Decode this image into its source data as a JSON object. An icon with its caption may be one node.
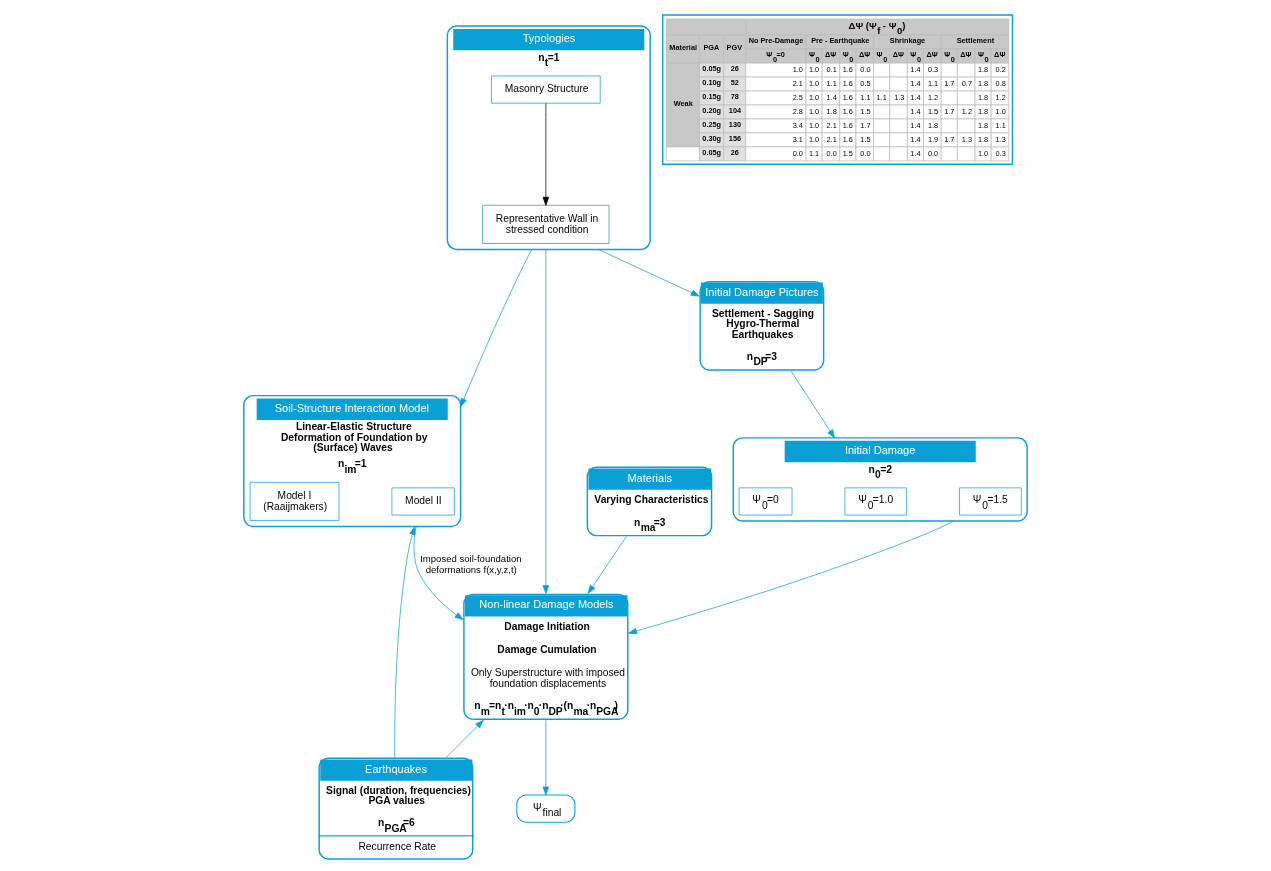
{
  "diagram": {
    "nodes": [
      {
        "text": [
          "Typologies",
          "n$_{t}$=1"
        ]
      },
      {
        "text": [
          "Masonry Structure"
        ],
        "in": 0
      },
      {
        "text": [
          "Representative Wall in stressed condition"
        ],
        "in": 0
      },
      {
        "text": [
          "Initial Damage Pictures",
          "Settlement - Sagging Hygro-Thermal Earthquakes",
          "n$_{DP}$=3"
        ]
      },
      {
        "text": [
          "Initial Damage",
          "n$_{0}$=2"
        ]
      },
      {
        "text": [
          "Ψ$_{0}$=0"
        ],
        "in": 4
      },
      {
        "text": [
          "Ψ$_{0}$=1.0"
        ],
        "in": 4
      },
      {
        "text": [
          "Ψ$_{0}$=1.5"
        ],
        "in": 4
      },
      {
        "text": [
          "Soil-Structure Interaction Model",
          "Linear-Elastic Structure Deformation of Foundation by (Surface) Waves",
          "n$_{im}$=1"
        ]
      },
      {
        "text": [
          "Model I (Raaijmakers)"
        ],
        "in": 8
      },
      {
        "text": [
          "Model II"
        ],
        "in": 8
      },
      {
        "text": [
          "Non-linear Damage Models",
          "Damage Initiation",
          "Damage Cumulation",
          "Only Superstructure with imposed foundation displacements",
          "n$_{m}$=n$_{t}$·n$_{im}$·n$_{0}$·n$_{DP}$·(n$_{ma}$·n$_{PGA}$)"
        ]
      },
      {
        "text": [
          "Materials",
          "Varying Characteristics",
          "n$_{ma}$=3"
        ]
      },
      {
        "text": [
          "Ψ$_{final}$"
        ]
      },
      {
        "text": [
          "Earthquakes",
          "Signal (duration, frequencies) PGA values",
          "n$_{PGA}$=6",
          "Recurrence Rate"
        ]
      }
    ],
    "edges": [
      {
        "from": 1,
        "to": 2,
        "arrow": "to",
        "color": "#000000"
      },
      {
        "from": 0,
        "to": 3,
        "arrow": "to"
      },
      {
        "from": 3,
        "to": 4,
        "arrow": "to"
      },
      {
        "from": 0,
        "to": 8,
        "arrow": "to"
      },
      {
        "from": 0,
        "to": 11,
        "arrow": "to"
      },
      {
        "from": 4,
        "to": 11,
        "arrow": "to"
      },
      {
        "from": 8,
        "to": 11,
        "arrow": "to",
        "label": "Imposed soil-foundation deformations f(x,y,z,t)"
      },
      {
        "from": 12,
        "to": 11,
        "arrow": "to"
      },
      {
        "from": 14,
        "to": 11,
        "arrow": "to"
      },
      {
        "from": 14,
        "to": 8,
        "arrow": "to"
      },
      {
        "from": 11,
        "to": 13,
        "arrow": "to"
      }
    ],
    "labels": [
      "ΔΨ (Ψ$_{f}$ - Ψ$_{0}$)",
      "Material",
      "PGA",
      "PGV",
      "No Pre-Damage",
      "Pre - Earthquake",
      "Shrinkage",
      "Settlement",
      "Ψ$_{0}$=0",
      "Ψ$_{0}$",
      "ΔΨ",
      "Ψ$_{0}$",
      "ΔΨ",
      "Ψ$_{0}$",
      "ΔΨ",
      "Ψ$_{0}$",
      "ΔΨ",
      "Ψ$_{0}$",
      "ΔΨ",
      "Ψ$_{0}$",
      "ΔΨ",
      "Weak",
      "0.05g",
      "26",
      "1.0",
      "1.0",
      "0.1",
      "1.6",
      "0.0",
      "1.4",
      "0.3",
      "1.8",
      "0.2",
      "0.10g",
      "52",
      "2.1",
      "1.0",
      "1.1",
      "1.6",
      "0.5",
      "1.4",
      "1.1",
      "1.7",
      "0.7",
      "1.8",
      "0.8",
      "0.15g",
      "78",
      "2.5",
      "1.0",
      "1.4",
      "1.6",
      "1.1",
      "1.1",
      "1.3",
      "1.4",
      "1.2",
      "1.8",
      "1.2",
      "0.20g",
      "104",
      "2.8",
      "1.0",
      "1.8",
      "1.6",
      "1.5",
      "1.4",
      "1.5",
      "1.7",
      "1.2",
      "1.8",
      "1.0",
      "0.25g",
      "130",
      "3.4",
      "1.0",
      "2.1",
      "1.6",
      "1.7",
      "1.4",
      "1.8",
      "1.8",
      "1.1",
      "0.30g",
      "156",
      "3.1",
      "1.0",
      "2.1",
      "1.6",
      "1.5",
      "1.4",
      "1.9",
      "1.7",
      "1.3",
      "1.8",
      "1.3",
      "0.05g",
      "26",
      "0.0",
      "1.1",
      "0.0",
      "1.5",
      "0.0",
      "1.4",
      "0.0",
      "1.0",
      "0.3"
    ]
  }
}
